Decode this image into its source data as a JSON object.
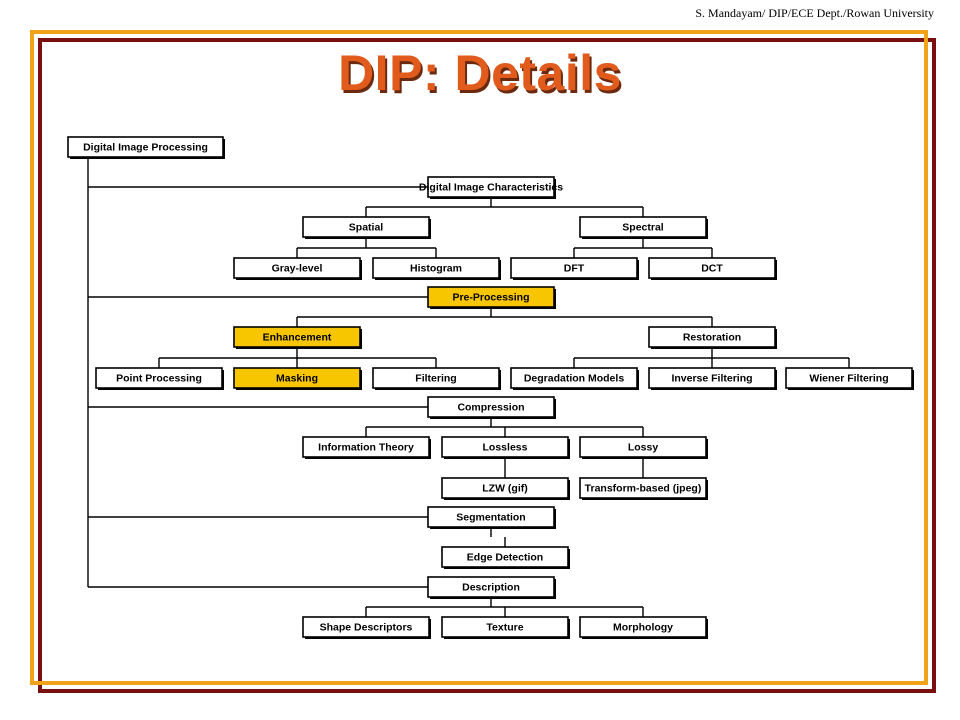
{
  "header": {
    "credit": "S. Mandayam/ DIP/ECE Dept./Rowan University"
  },
  "slide": {
    "title": "DIP: Details"
  },
  "colors": {
    "frame_outer": "#f0a318",
    "frame_shadow": "#7a0f0f",
    "title": "#e15b1d",
    "highlight": "#f7c600"
  },
  "diagram": {
    "root": {
      "id": "dip",
      "label": "Digital Image Processing"
    },
    "nodes": [
      {
        "id": "chars",
        "label": "Digital Image Characteristics",
        "parent": "dip",
        "highlight": false
      },
      {
        "id": "spatial",
        "label": "Spatial",
        "parent": "chars",
        "highlight": false
      },
      {
        "id": "spectral",
        "label": "Spectral",
        "parent": "chars",
        "highlight": false
      },
      {
        "id": "gray",
        "label": "Gray-level",
        "parent": "spatial",
        "highlight": false
      },
      {
        "id": "hist",
        "label": "Histogram",
        "parent": "spatial",
        "highlight": false
      },
      {
        "id": "dft",
        "label": "DFT",
        "parent": "spectral",
        "highlight": false
      },
      {
        "id": "dct",
        "label": "DCT",
        "parent": "spectral",
        "highlight": false
      },
      {
        "id": "pre",
        "label": "Pre-Processing",
        "parent": "dip",
        "highlight": true
      },
      {
        "id": "enh",
        "label": "Enhancement",
        "parent": "pre",
        "highlight": true
      },
      {
        "id": "rest",
        "label": "Restoration",
        "parent": "pre",
        "highlight": false
      },
      {
        "id": "point",
        "label": "Point Processing",
        "parent": "enh",
        "highlight": false
      },
      {
        "id": "mask",
        "label": "Masking",
        "parent": "enh",
        "highlight": true
      },
      {
        "id": "filt",
        "label": "Filtering",
        "parent": "enh",
        "highlight": false
      },
      {
        "id": "degr",
        "label": "Degradation Models",
        "parent": "rest",
        "highlight": false
      },
      {
        "id": "inv",
        "label": "Inverse Filtering",
        "parent": "rest",
        "highlight": false
      },
      {
        "id": "wien",
        "label": "Wiener Filtering",
        "parent": "rest",
        "highlight": false
      },
      {
        "id": "comp",
        "label": "Compression",
        "parent": "dip",
        "highlight": false
      },
      {
        "id": "info",
        "label": "Information Theory",
        "parent": "comp",
        "highlight": false
      },
      {
        "id": "lossless",
        "label": "Lossless",
        "parent": "comp",
        "highlight": false
      },
      {
        "id": "lossy",
        "label": "Lossy",
        "parent": "comp",
        "highlight": false
      },
      {
        "id": "lzw",
        "label": "LZW (gif)",
        "parent": "lossless",
        "highlight": false
      },
      {
        "id": "tb",
        "label": "Transform-based (jpeg)",
        "parent": "lossy",
        "highlight": false
      },
      {
        "id": "seg",
        "label": "Segmentation",
        "parent": "dip",
        "highlight": false
      },
      {
        "id": "edge",
        "label": "Edge Detection",
        "parent": "seg",
        "highlight": false
      },
      {
        "id": "desc",
        "label": "Description",
        "parent": "dip",
        "highlight": false
      },
      {
        "id": "shape",
        "label": "Shape Descriptors",
        "parent": "desc",
        "highlight": false
      },
      {
        "id": "tex",
        "label": "Texture",
        "parent": "desc",
        "highlight": false
      },
      {
        "id": "morph",
        "label": "Morphology",
        "parent": "desc",
        "highlight": false
      }
    ]
  }
}
